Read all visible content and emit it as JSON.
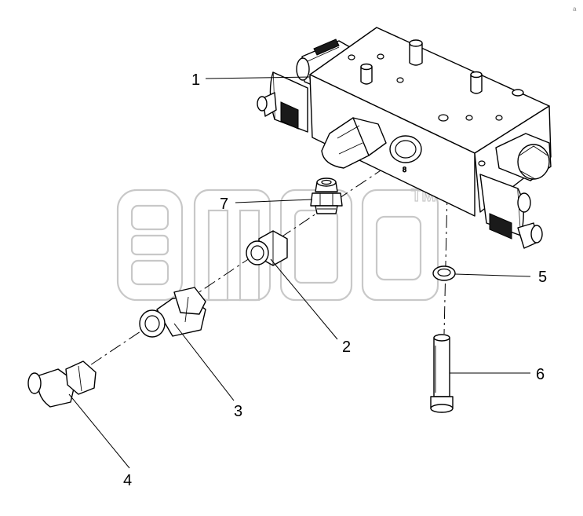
{
  "diagram": {
    "callouts": [
      {
        "id": "1",
        "label": "1"
      },
      {
        "id": "2",
        "label": "2"
      },
      {
        "id": "3",
        "label": "3"
      },
      {
        "id": "4",
        "label": "4"
      },
      {
        "id": "5",
        "label": "5"
      },
      {
        "id": "6",
        "label": "6"
      },
      {
        "id": "7",
        "label": "7"
      }
    ],
    "watermark": {
      "tm": "TM"
    },
    "corner_mark": "a"
  },
  "colors": {
    "line": "#000000",
    "watermark": "#c8c8c8",
    "background": "#ffffff"
  }
}
